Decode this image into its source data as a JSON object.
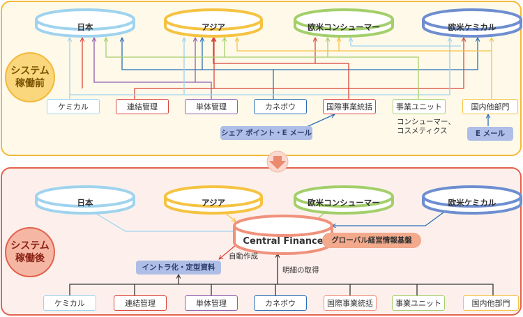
{
  "colors": {
    "light_blue": "#9fd3ee",
    "yellow": "#f5c342",
    "green": "#a3cf6b",
    "blue": "#6e8ed0",
    "red": "#d9453b",
    "purple": "#8f5cb0",
    "navy": "#2a6eb5",
    "salmon": "#f0917c",
    "pill_blue": "#aebee6",
    "panel_before_border": "#f3b93a",
    "panel_after_border": "#e2624e"
  },
  "before": {
    "badge": [
      "システム",
      "稼働前"
    ],
    "databases": [
      "日本",
      "アジア",
      "欧米コンシューマー",
      "欧米ケミカル"
    ],
    "sources": [
      "ケミカル",
      "連結管理",
      "単体管理",
      "カネボウ",
      "国際事業統括",
      "事業ユニット",
      "国内他部門"
    ],
    "share_pill": "シェア ポイント・E メール",
    "unit_note": [
      "コンシューマー、",
      "コスメティクス"
    ],
    "email_pill": "E メール"
  },
  "after": {
    "badge": [
      "システム",
      "稼働後"
    ],
    "databases": [
      "日本",
      "アジア",
      "欧米コンシューマー",
      "欧米ケミカル"
    ],
    "central": "Central Finance",
    "global_pill": "グローバル経営情報基盤",
    "auto_label": "自動作成",
    "intra_pill": "イントラ化・定型資料",
    "detail_label": "明細の取得",
    "sources": [
      "ケミカル",
      "連結管理",
      "単体管理",
      "カネボウ",
      "国際事業統括",
      "事業ユニット",
      "国内他部門"
    ]
  }
}
